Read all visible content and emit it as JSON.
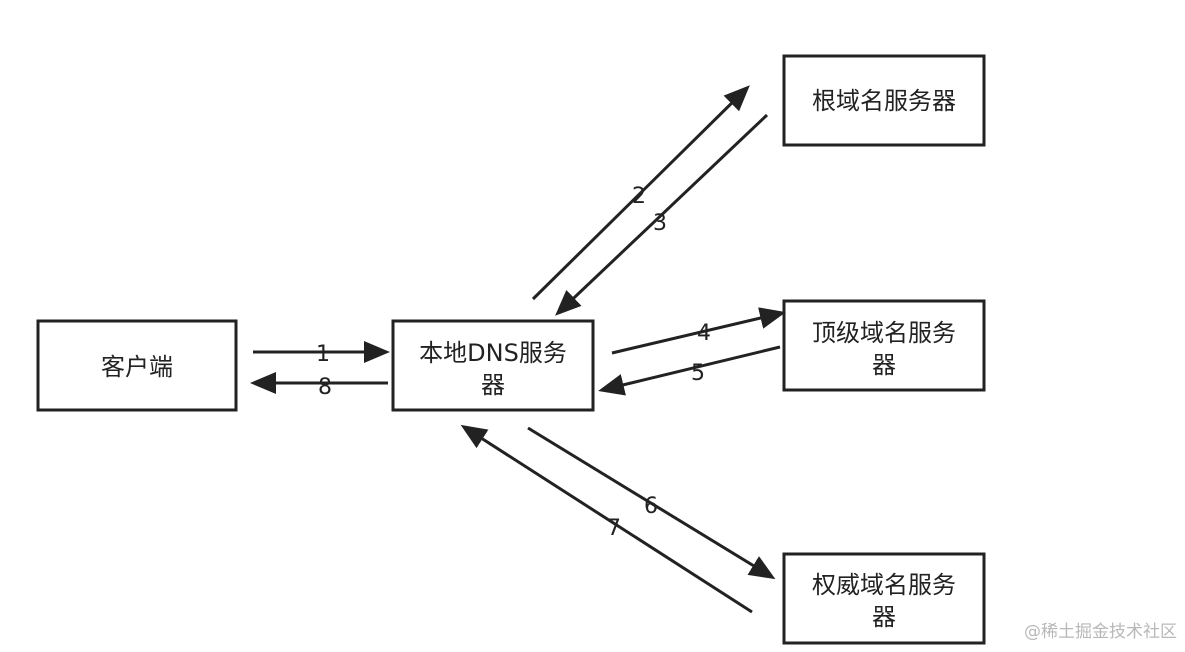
{
  "nodes": {
    "client": {
      "label": "客户端"
    },
    "local_dns": {
      "label_line1": "本地DNS服务",
      "label_line2": "器"
    },
    "root": {
      "label": "根域名服务器"
    },
    "tld": {
      "label_line1": "顶级域名服务",
      "label_line2": "器"
    },
    "authoritative": {
      "label_line1": "权威域名服务",
      "label_line2": "器"
    }
  },
  "steps": {
    "s1": "1",
    "s2": "2",
    "s3": "3",
    "s4": "4",
    "s5": "5",
    "s6": "6",
    "s7": "7",
    "s8": "8"
  },
  "colors": {
    "line": "#222222",
    "box_stroke": "#222222",
    "watermark": "#b8b8b8"
  },
  "watermark": "@稀土掘金技术社区"
}
